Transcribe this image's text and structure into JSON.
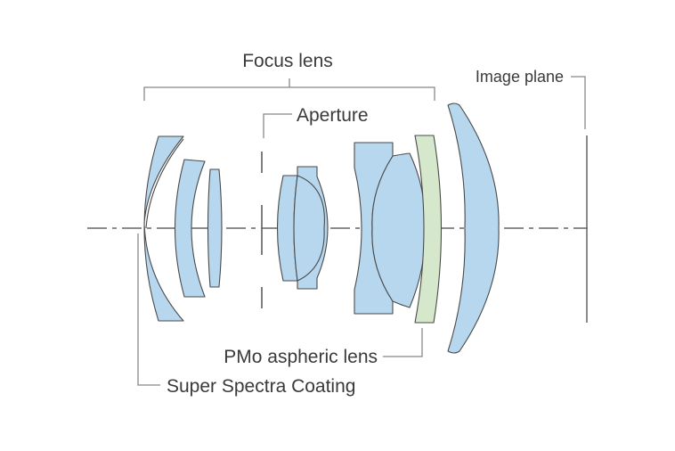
{
  "labels": {
    "focus_lens": "Focus lens",
    "image_plane": "Image plane",
    "aperture": "Aperture",
    "pmo_aspheric_lens": "PMo aspheric lens",
    "super_spectra_coating": "Super Spectra Coating"
  },
  "colors": {
    "lens_fill": "#b7d7ee",
    "aspheric_fill": "#d6e8cc",
    "outline": "#4a4a4a",
    "bracket": "#888888",
    "text": "#3a3a3a"
  }
}
